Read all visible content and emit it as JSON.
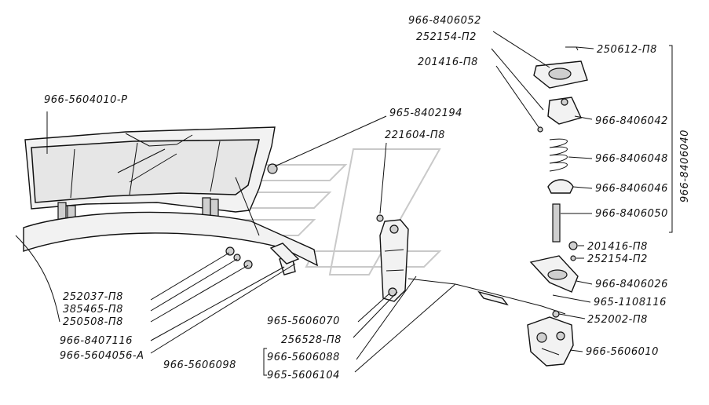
{
  "labels": {
    "p_9665604010": "966-5604010-Р",
    "p_9668406052": "966-8406052",
    "p_252154a": "252154-П2",
    "p_250612": "250612-П8",
    "p_201416a": "201416-П8",
    "p_9658402194": "965-8402194",
    "p_221604": "221604-П8",
    "p_9668406042": "966-8406042",
    "p_9668406048": "966-8406048",
    "p_9668406046": "966-8406046",
    "p_9668406050": "966-8406050",
    "p_201416b": "201416-П8",
    "p_252154b": "252154-П2",
    "p_9668406026": "966-8406026",
    "p_9651108116": "965-1108116",
    "p_252002": "252002-П8",
    "p_9665606010": "966-5606010",
    "p_252037": "252037-П8",
    "p_385465": "385465-П8",
    "p_250508": "250508-П8",
    "p_9668407116": "966-8407116",
    "p_9665604056": "966-5604056-А",
    "p_9655606070": "965-5606070",
    "p_256528": "256528-П8",
    "p_9665606098": "966-5606098",
    "p_9665606088": "966-5606088",
    "p_9655606104": "965-5606104",
    "p_assembly": "966-8406040"
  }
}
